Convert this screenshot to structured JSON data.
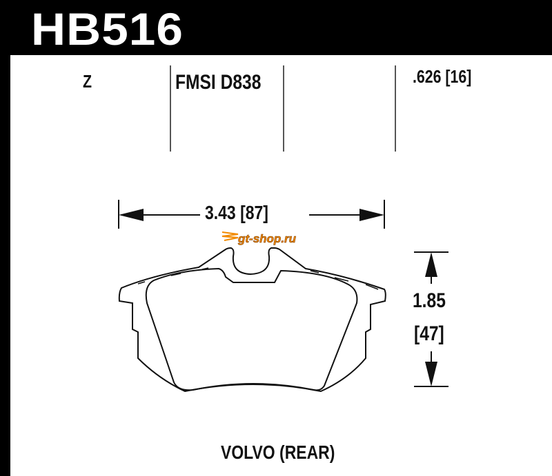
{
  "part_number": "HB516",
  "compound": "Z",
  "fmsi": "FMSI D838",
  "thickness": ".626 [16]",
  "width": "3.43  [87]",
  "height_in": "1.85",
  "height_mm": "[47]",
  "application": "VOLVO (REAR)",
  "watermark": "gt-shop.ru",
  "colors": {
    "header": "#000000",
    "line": "#111111",
    "logo": "#f28a00"
  }
}
